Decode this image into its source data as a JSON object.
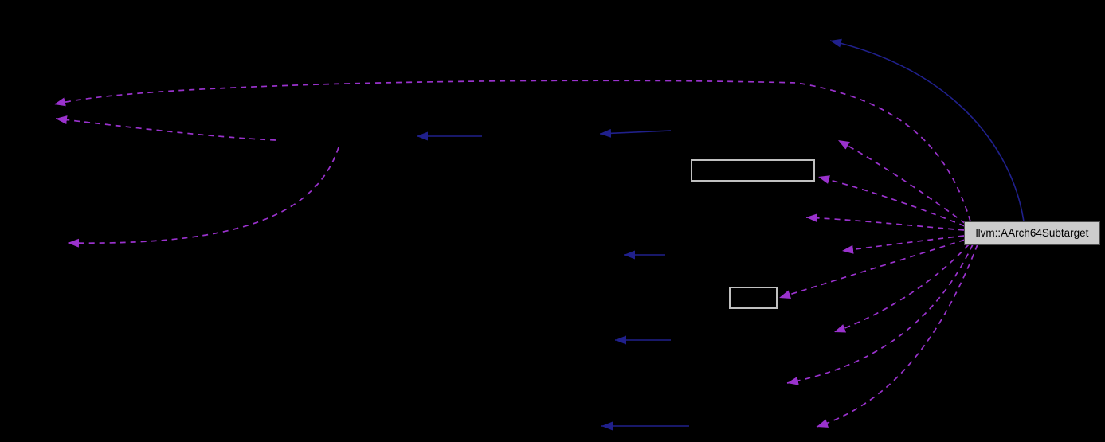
{
  "page": {
    "background": "#000000"
  },
  "graph": {
    "main_node": {
      "label": "llvm::AArch64Subtarget",
      "fill": "#cccccc",
      "border_color": "#4d4d4d",
      "text_color": "#000000"
    },
    "empty_nodes": [
      {
        "id": "empty-node-1",
        "border_color": "#c0c0c0"
      },
      {
        "id": "empty-node-2",
        "border_color": "#c0c0c0"
      }
    ],
    "edge_colors": {
      "uses_dashed": "#9a32cd",
      "inherits_solid": "#20208c"
    }
  }
}
